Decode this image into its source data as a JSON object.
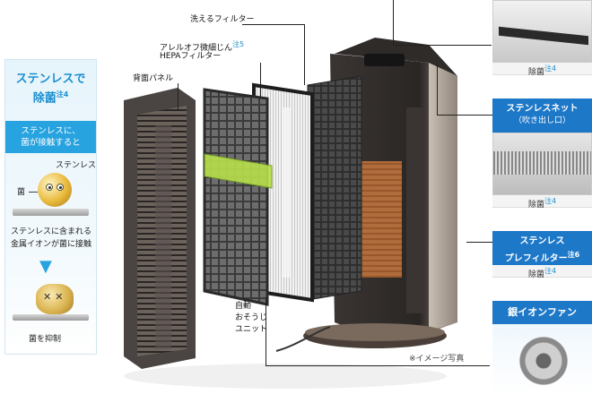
{
  "labels": {
    "deodor_filter": "洗えるフィルター",
    "hepa_line1": "アレルオフ微細じん",
    "hepa_note": "注5",
    "hepa_line2": "HEPAフィルター",
    "back_panel": "背面パネル",
    "auto_clean_1": "自動",
    "auto_clean_2": "おそうじ",
    "auto_clean_3": "ユニット",
    "image_note": "※イメージ写真"
  },
  "left_panel": {
    "title_1": "ステンレスで",
    "title_2": "除菌",
    "title_note": "注4",
    "band_1": "ステンレスに、",
    "band_2": "菌が接触すると",
    "stainless_label": "ステンレス",
    "germ_label": "菌",
    "contact_1": "ステンレスに含まれる",
    "contact_2": "金属イオンが菌に接触",
    "arrow_glyph": "▼",
    "x_marks": "✕✕",
    "result": "菌を抑制"
  },
  "right_col": {
    "top_caption": "除菌",
    "top_note": "注4",
    "net_title": "ステンレスネット",
    "net_sub": "（吹き出し口）",
    "net_caption": "除菌",
    "net_note": "注4",
    "pre_title_1": "ステンレス",
    "pre_title_2": "プレフィルター",
    "pre_note": "注6",
    "pre_caption": "除菌",
    "pre_caption_note": "注4",
    "fan_title": "銀イオンファン"
  },
  "colors": {
    "accent_blue": "#1a8fd0",
    "band_blue": "#27a3e0",
    "head_blue": "#1e78c8",
    "filter_green": "#b8e04a"
  }
}
